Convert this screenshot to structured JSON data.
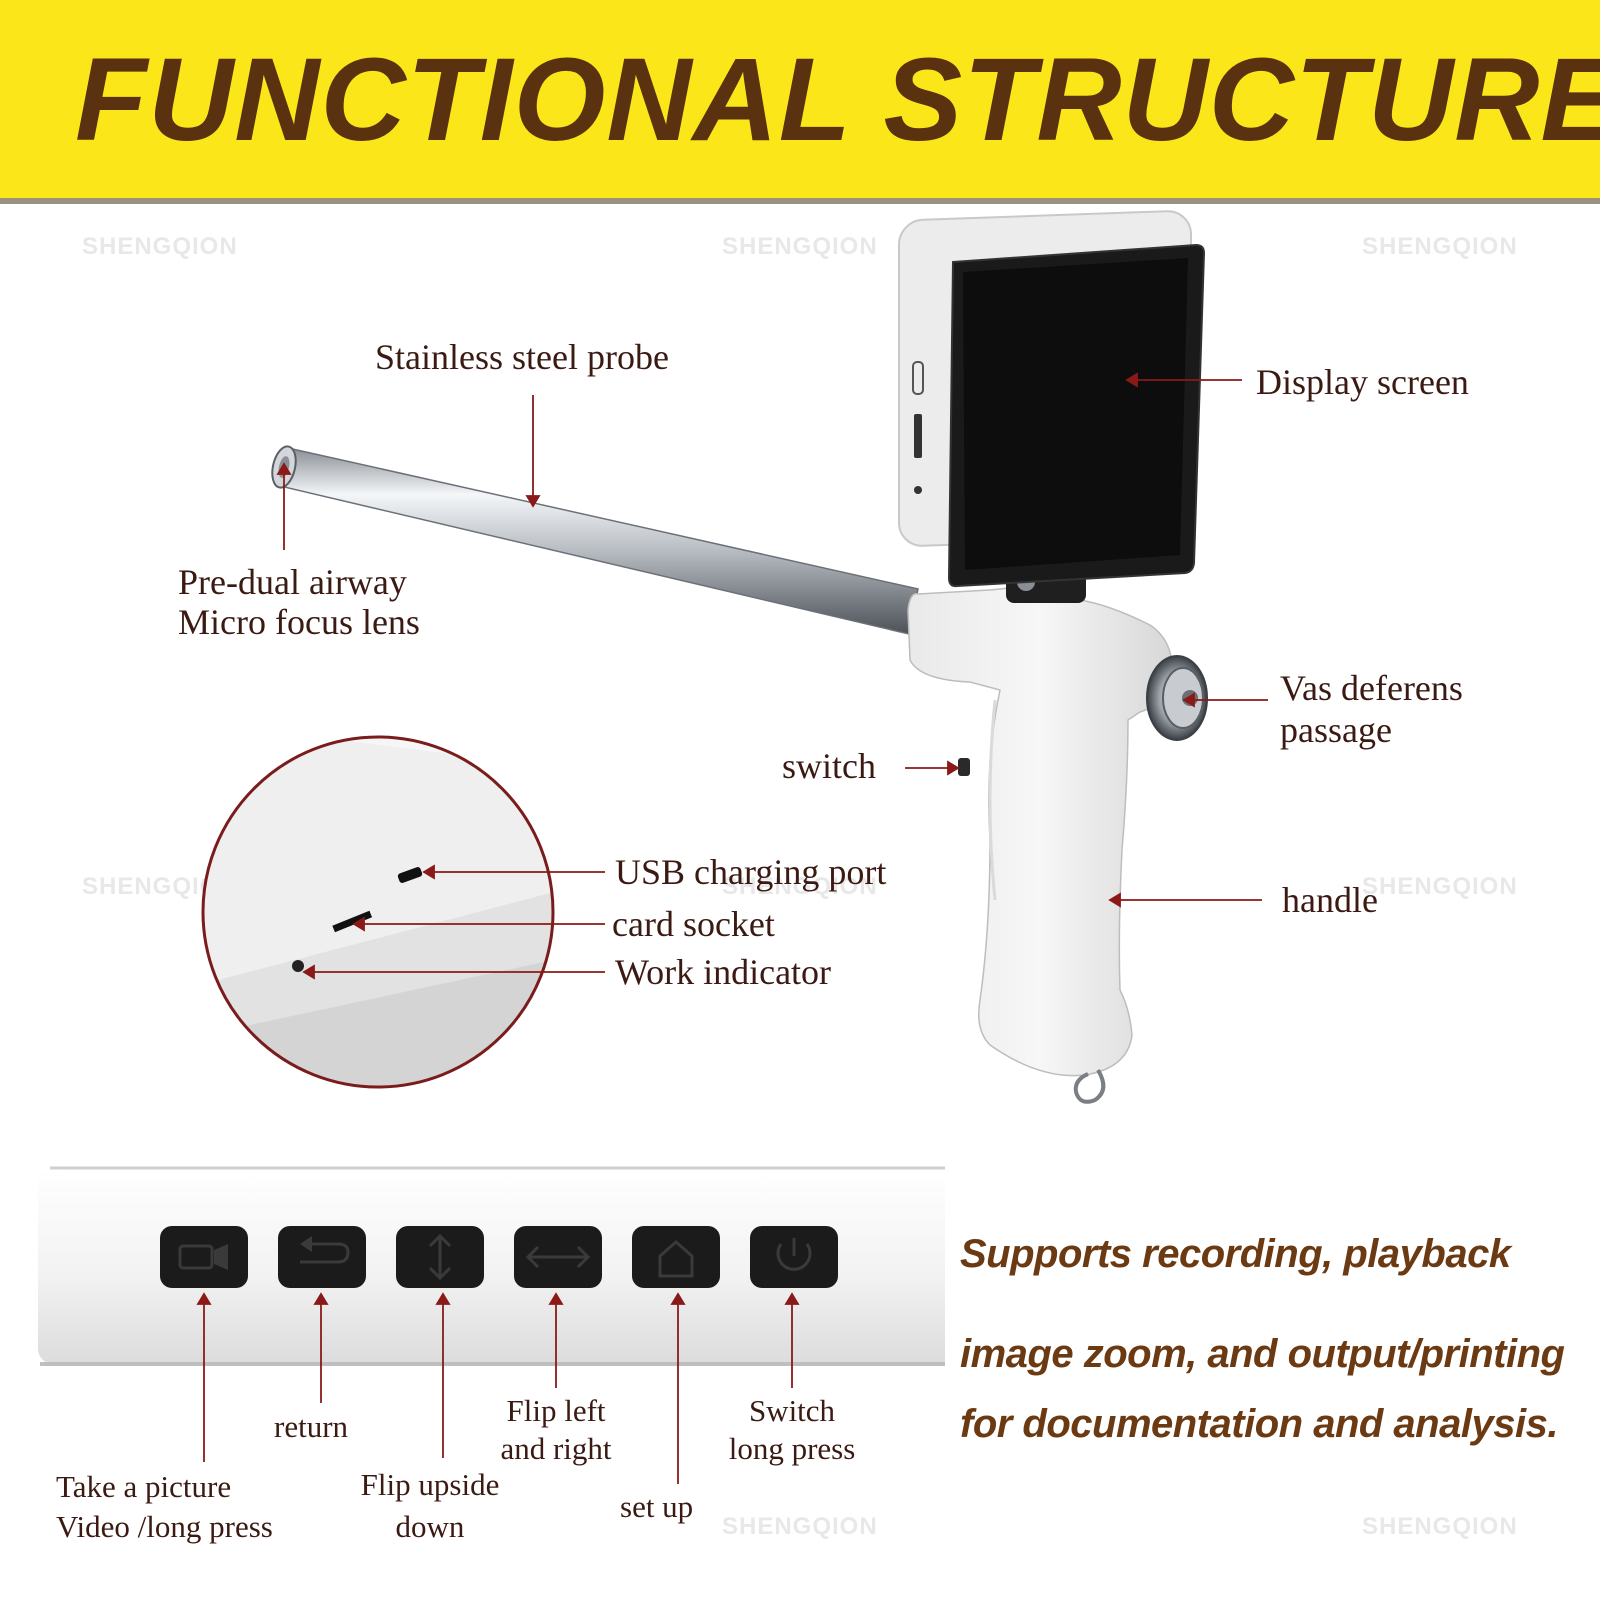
{
  "header": {
    "title": "FUNCTIONAL STRUCTURE"
  },
  "watermark": "SHENGQION",
  "labels": {
    "probe": "Stainless steel probe",
    "display": "Display screen",
    "lens_line1": "Pre-dual airway",
    "lens_line2": "Micro focus lens",
    "vas_line1": "Vas deferens",
    "vas_line2": "passage",
    "switch": "switch",
    "usb": "USB charging port",
    "card": "card socket",
    "indicator": "Work indicator",
    "handle": "handle"
  },
  "buttons": {
    "take_picture_line1": "Take a picture",
    "take_picture_line2": "Video /long press",
    "return": "return",
    "flip_ud_line1": "Flip upside",
    "flip_ud_line2": "down",
    "flip_lr_line1": "Flip left",
    "flip_lr_line2": "and right",
    "setup": "set up",
    "switch_line1": "Switch",
    "switch_line2": "long press"
  },
  "description": {
    "line1": "Supports recording, playback",
    "line2": "image zoom, and output/printing",
    "line3": "for documentation and analysis."
  },
  "colors": {
    "banner": "#fbe61a",
    "title": "#5a3210",
    "leader": "#8a1a1a",
    "description": "#6b3a12"
  }
}
